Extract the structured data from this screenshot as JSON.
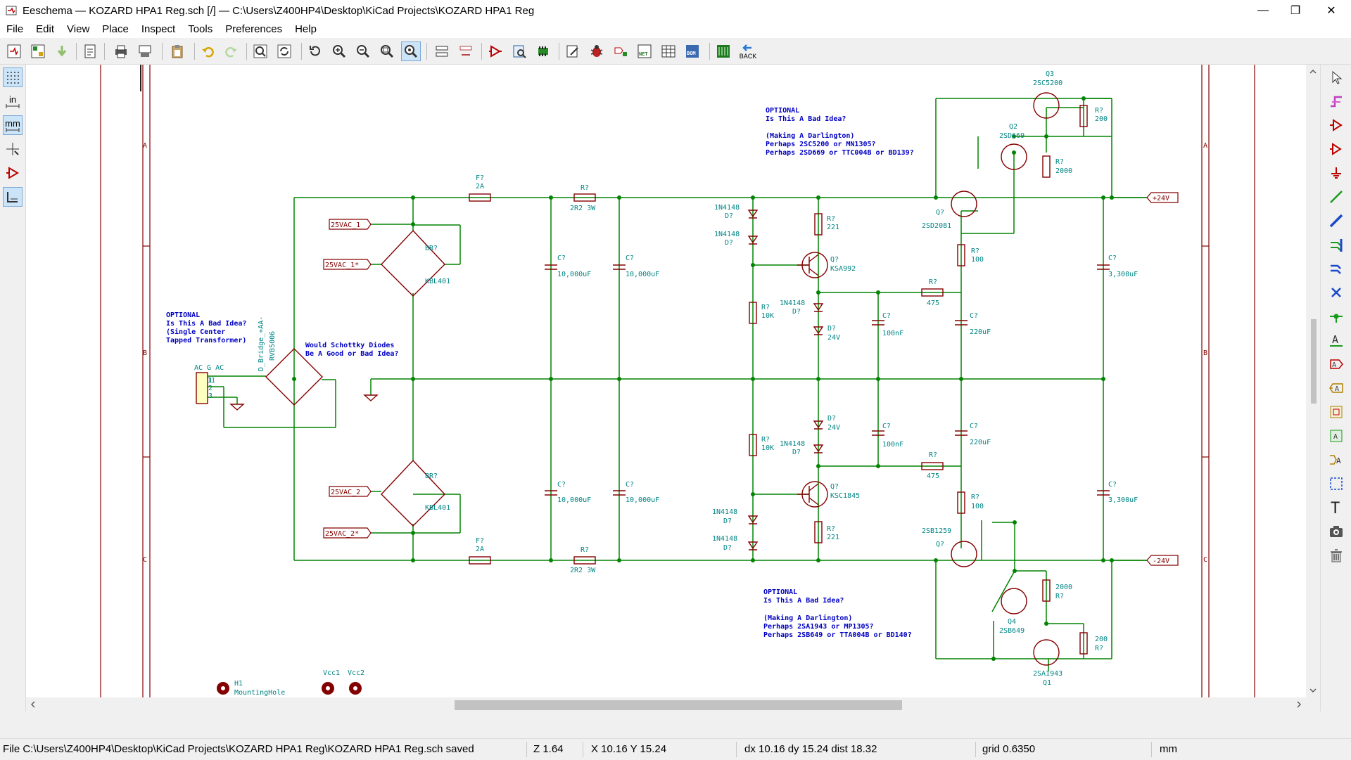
{
  "window": {
    "title": "Eeschema — KOZARD HPA1 Reg.sch [/] — C:\\Users\\Z400HP4\\Desktop\\KiCad Projects\\KOZARD HPA1 Reg",
    "minimize": "—",
    "maximize": "❐",
    "close": "✕"
  },
  "menu": [
    "File",
    "Edit",
    "View",
    "Place",
    "Inspect",
    "Tools",
    "Preferences",
    "Help"
  ],
  "toolbar": {
    "back_label": "BACK"
  },
  "left_toolbar": {
    "in_label": "in",
    "mm_label": "mm"
  },
  "status": {
    "file": "File C:\\Users\\Z400HP4\\Desktop\\KiCad Projects\\KOZARD HPA1 Reg\\KOZARD HPA1 Reg.sch saved",
    "zoom": "Z 1.64",
    "xy": "X 10.16  Y 15.24",
    "delta": "dx 10.16  dy 15.24  dist 18.32",
    "grid": "grid 0.6350",
    "units": "mm"
  },
  "colors": {
    "wire": "#008400",
    "component": "#840000",
    "label": "#840000",
    "ref": "#008484",
    "note": "#0000c2",
    "border": "#840000",
    "junction": "#008400"
  },
  "schematic": {
    "border_rows": [
      "A",
      "B",
      "C"
    ],
    "notes": {
      "top": [
        "OPTIONAL",
        "Is This A Bad Idea?",
        "",
        "(Making A Darlington)",
        "Perhaps 2SC5200 or MN1305?",
        "Perhaps 2SD669 or TTC004B or BD139?"
      ],
      "bottom": [
        "OPTIONAL",
        "Is This A Bad Idea?",
        "",
        "(Making A Darlington)",
        "Perhaps 2SA1943 or MP1305?",
        "Perhaps 2SB649 or TTA004B or BD140?"
      ],
      "left": [
        "OPTIONAL",
        "Is This A Bad Idea?",
        "(Single Center",
        "Tapped Transformer)"
      ],
      "schottky": [
        "Would Schottky Diodes",
        "Be A Good or Bad Idea?"
      ]
    },
    "labels": {
      "ac1": "25VAC_1",
      "ac1s": "25VAC_1*",
      "ac2": "25VAC_2",
      "ac2s": "25VAC_2*",
      "pos": "+24V",
      "neg": "-24V"
    },
    "refs": {
      "j1": "J1",
      "j1val": "AC G AC",
      "j1p1": "1",
      "j1p2": "2",
      "j1p3": "3",
      "dbr": "D_Bridge_+AA-",
      "dbrval": "RVB5006",
      "br": "BR?",
      "brval": "KBL401",
      "fuse": "F?",
      "fuseval": "2A",
      "rtop": "R?",
      "rtopval": "2R2 3W",
      "cap": "C?",
      "c10k": "10,000uF",
      "d": "D?",
      "d1n": "1N4148",
      "r": "R?",
      "r221": "221",
      "r10k": "10K",
      "r475": "475",
      "r100": "100",
      "r200": "200",
      "r2000": "2000",
      "q": "Q?",
      "ksa": "KSA992",
      "ksc": "KSC1845",
      "d24": "24V",
      "c100n": "100nF",
      "c220": "220uF",
      "c3300": "3,300uF",
      "q3": "Q3",
      "q3val": "2SC5200",
      "q2": "Q2",
      "q2val": "2SD669",
      "qd": "2SD2081",
      "qb": "2SB1259",
      "q4": "Q4",
      "q4val": "2SB649",
      "q1": "Q1",
      "q1val": "2SA1943",
      "h1": "H1",
      "h1val": "MountingHole",
      "vcc1": "Vcc1",
      "vcc2": "Vcc2"
    }
  }
}
